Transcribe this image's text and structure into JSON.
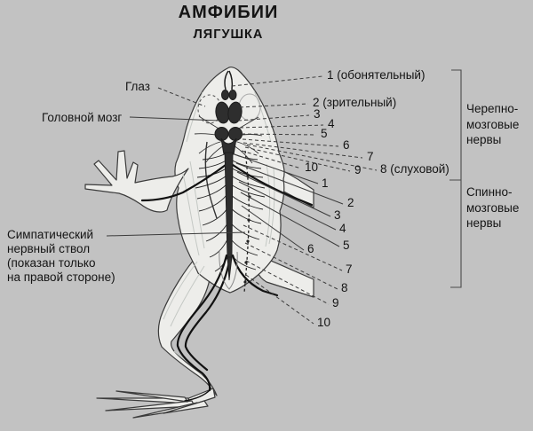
{
  "header": {
    "title": "АМФИБИИ",
    "subtitle": "ЛЯГУШКА"
  },
  "left_labels": {
    "eye": "Глаз",
    "brain": "Головной мозг",
    "sympathetic_trunk": "Симпатический\nнервный ствол\n(показан только\nна правой стороне)"
  },
  "cranial_nerves": {
    "group_label": "Черепно-\nмозговые\nнервы",
    "items": [
      {
        "label": "1 (обонятельный)"
      },
      {
        "label": "2 (зрительный)"
      },
      {
        "label": "3"
      },
      {
        "label": "4"
      },
      {
        "label": "5"
      },
      {
        "label": "6"
      },
      {
        "label": "7"
      },
      {
        "label": "10"
      },
      {
        "label": "9"
      },
      {
        "label": "8 (слуховой)"
      }
    ]
  },
  "spinal_nerves": {
    "group_label": "Спинно-\nмозговые\nнервы",
    "items": [
      {
        "label": "1"
      },
      {
        "label": "2"
      },
      {
        "label": "3"
      },
      {
        "label": "4"
      },
      {
        "label": "5"
      },
      {
        "label": "6"
      },
      {
        "label": "7"
      },
      {
        "label": "8"
      },
      {
        "label": "9"
      },
      {
        "label": "10"
      }
    ]
  },
  "colors": {
    "background": "#c2c2c2",
    "body_fill": "#ededea",
    "ink": "#1a1a1a"
  }
}
